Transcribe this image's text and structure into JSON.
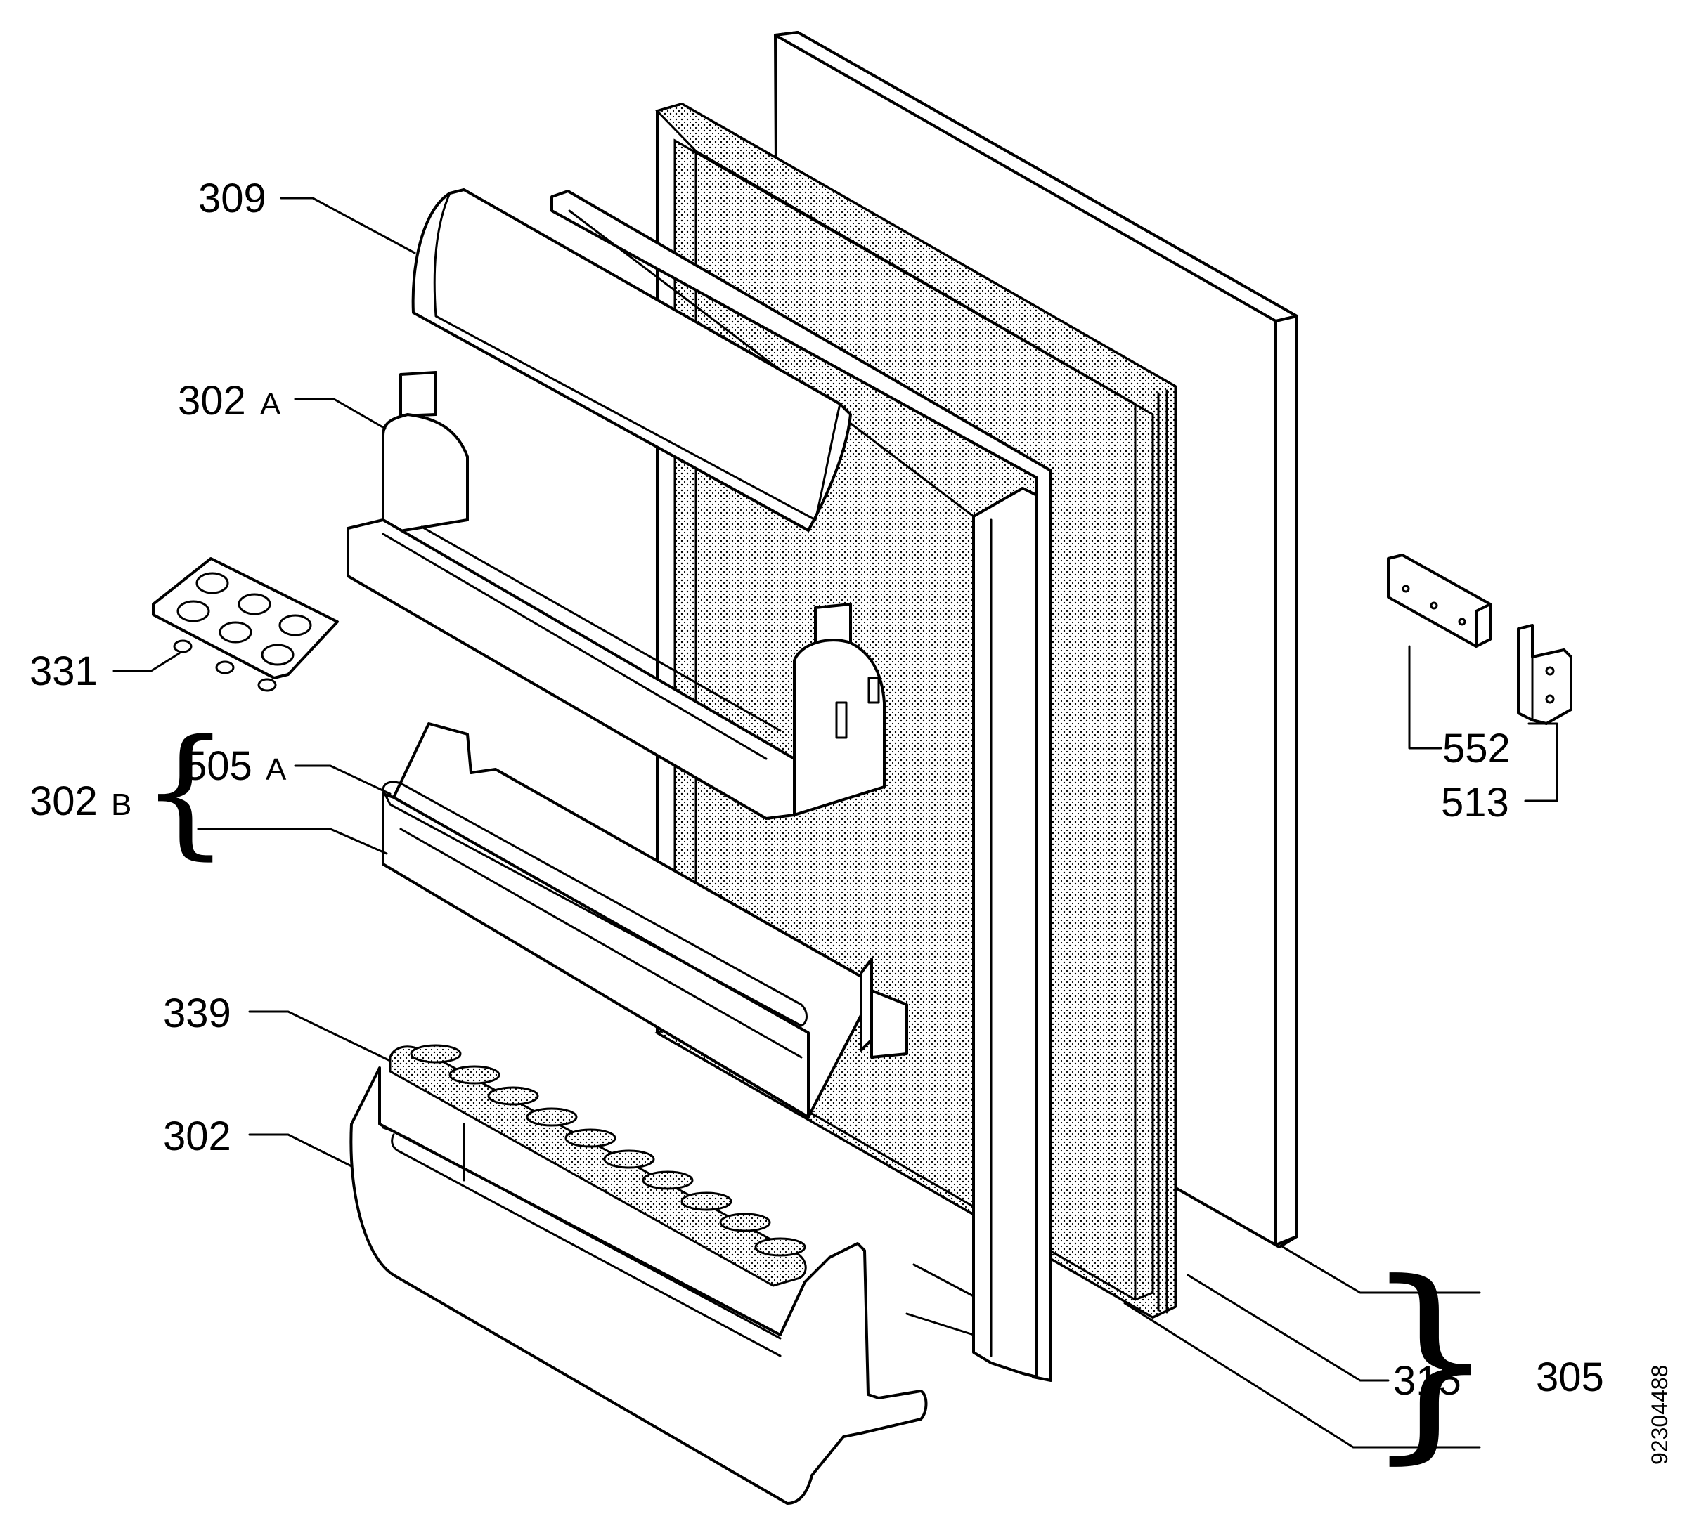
{
  "diagram": {
    "doc_number": "92304488",
    "labels": {
      "p309": "309",
      "p302a": "302",
      "p302a_suffix": "A",
      "p331": "331",
      "p302b": "302",
      "p302b_suffix": "B",
      "p505a": "505",
      "p505a_suffix": "A",
      "p339": "339",
      "p302": "302",
      "p552": "552",
      "p513": "513",
      "p315": "315",
      "p305": "305"
    }
  }
}
